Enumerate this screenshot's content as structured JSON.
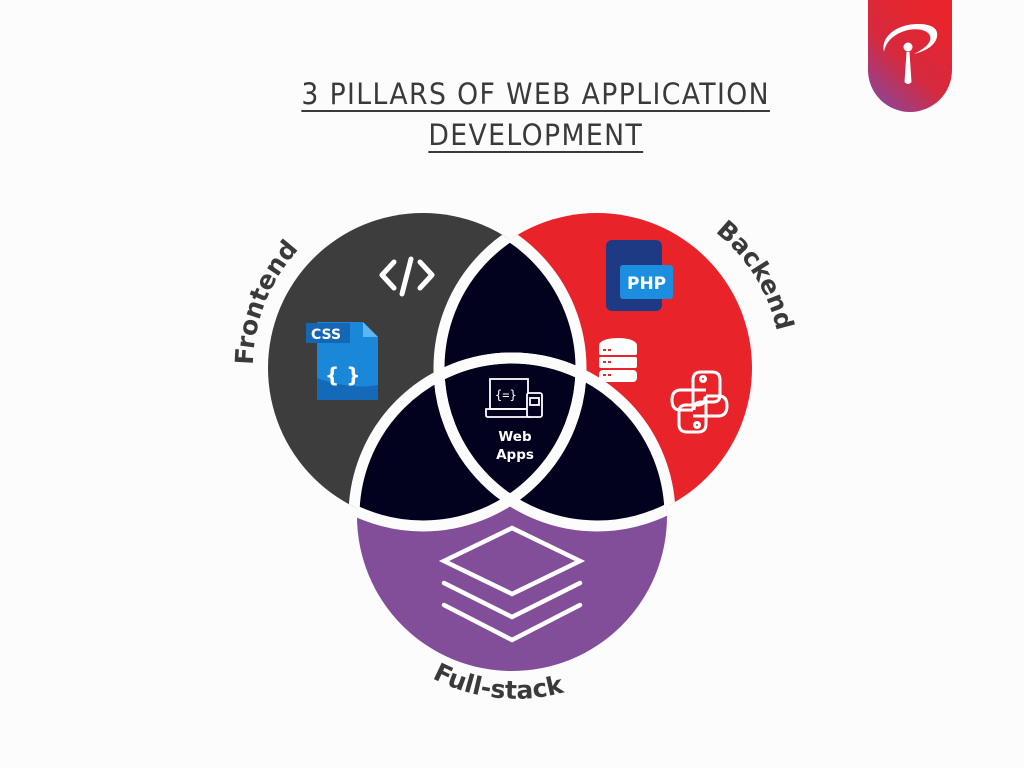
{
  "title": {
    "line1": "3 PILLARS OF WEB APPLICATION",
    "line2": "DEVELOPMENT"
  },
  "logo": {
    "icon": "brand-logo-icon",
    "colors": {
      "top": "#e9242c",
      "bottom": "#8a4597"
    }
  },
  "venn": {
    "circles": [
      {
        "id": "frontend",
        "label": "Frontend",
        "color": "#3d3d3d",
        "icons": [
          {
            "name": "code-tag-icon",
            "glyph": "</>"
          },
          {
            "name": "css-file-icon",
            "badge": "CSS",
            "glyph": "{ }"
          }
        ]
      },
      {
        "id": "backend",
        "label": "Backend",
        "color": "#e8232a",
        "icons": [
          {
            "name": "php-file-icon",
            "badge": "PHP"
          },
          {
            "name": "database-icon"
          },
          {
            "name": "python-icon"
          }
        ]
      },
      {
        "id": "fullstack",
        "label": "Full-stack",
        "color": "#824d99",
        "icons": [
          {
            "name": "layers-stack-icon"
          }
        ]
      }
    ],
    "intersection": {
      "color": "#02021f",
      "icon": "web-devices-icon",
      "icon_glyph": "{=}",
      "label_line1": "Web",
      "label_line2": "Apps"
    }
  }
}
